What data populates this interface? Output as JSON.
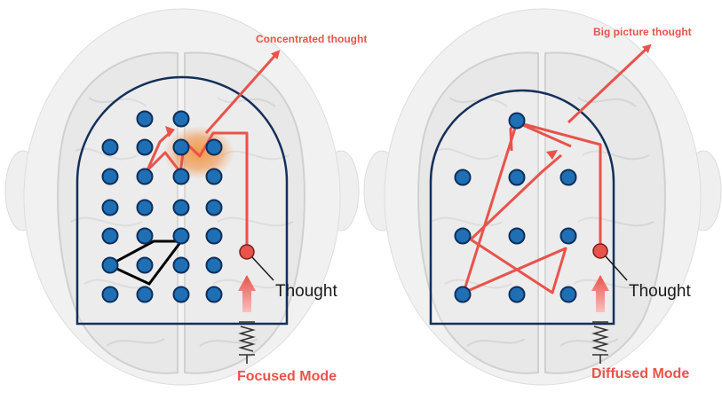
{
  "colors": {
    "red": "#e8534b",
    "dot": "#1f6fb5",
    "dot_stroke": "#0d2f5c",
    "outline": "#14305a",
    "brain": "#e9e9e9",
    "brain_stroke": "#d2d2d2",
    "head": "#f0f0f0"
  },
  "focused": {
    "arrow_label": "Concentrated thought",
    "thought_label": "Thought",
    "mode_label": "Focused Mode",
    "icons": [
      "brain-icon",
      "spring-icon",
      "pinball-dot-icon"
    ]
  },
  "diffused": {
    "arrow_label": "Big picture thought",
    "thought_label": "Thought",
    "mode_label": "Diffused Mode",
    "icons": [
      "brain-icon",
      "spring-icon",
      "pinball-dot-icon"
    ]
  }
}
